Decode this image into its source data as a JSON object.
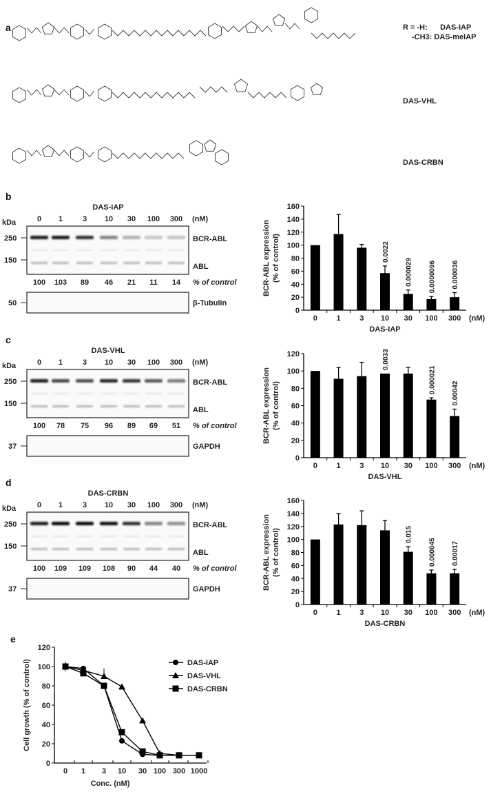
{
  "panels": {
    "a": "a",
    "b": "b",
    "c": "c",
    "d": "d",
    "e": "e"
  },
  "structures": {
    "r_label_line1": "R = -H:      DAS-IAP",
    "r_label_line2": "-CH3: DAS-meIAP",
    "vhl_label": "DAS-VHL",
    "crbn_label": "DAS-CRBN"
  },
  "blots": [
    {
      "title": "DAS-IAP",
      "lanes": [
        "0",
        "1",
        "3",
        "10",
        "30",
        "100",
        "300"
      ],
      "unit": "(nM)",
      "kda": "kDa",
      "markers": [
        "250",
        "150"
      ],
      "load_marker": "50",
      "band1": "BCR-ABL",
      "band2": "ABL",
      "percent": [
        "100",
        "103",
        "89",
        "46",
        "21",
        "11",
        "14"
      ],
      "percent_label": "% of control",
      "loading": "β-Tubulin"
    },
    {
      "title": "DAS-VHL",
      "lanes": [
        "0",
        "1",
        "3",
        "10",
        "30",
        "100",
        "300"
      ],
      "unit": "(nM)",
      "kda": "kDa",
      "markers": [
        "250",
        "150"
      ],
      "load_marker": "37",
      "band1": "BCR-ABL",
      "band2": "ABL",
      "percent": [
        "100",
        "78",
        "75",
        "96",
        "89",
        "69",
        "51"
      ],
      "percent_label": "% of control",
      "loading": "GAPDH"
    },
    {
      "title": "DAS-CRBN",
      "lanes": [
        "0",
        "1",
        "3",
        "10",
        "30",
        "100",
        "300"
      ],
      "unit": "(nM)",
      "kda": "kDa",
      "markers": [
        "250",
        "150"
      ],
      "load_marker": "37",
      "band1": "BCR-ABL",
      "band2": "ABL",
      "percent": [
        "100",
        "109",
        "109",
        "108",
        "90",
        "44",
        "40"
      ],
      "percent_label": "% of control",
      "loading": "GAPDH"
    }
  ],
  "chart_data": [
    {
      "type": "bar",
      "panel": "b",
      "categories": [
        "0",
        "1",
        "3",
        "10",
        "30",
        "100",
        "300"
      ],
      "unit": "(nM)",
      "values": [
        100,
        117,
        96,
        57,
        25,
        17,
        20
      ],
      "error_upper": [
        100,
        147,
        101,
        68,
        31,
        21,
        27
      ],
      "p_values": [
        "",
        "",
        "",
        "0.0022",
        "0.000029",
        "0.0000096",
        "0.000036"
      ],
      "xlabel": "DAS-IAP",
      "ylabel": [
        "BCR-ABL expression",
        "(% of control)"
      ],
      "ylim": [
        0,
        160
      ],
      "yticks": [
        0,
        20,
        40,
        60,
        80,
        100,
        120,
        140,
        160
      ],
      "bar_color": "#000000"
    },
    {
      "type": "bar",
      "panel": "c",
      "categories": [
        "0",
        "1",
        "3",
        "10",
        "30",
        "100",
        "300"
      ],
      "unit": "(nM)",
      "values": [
        100,
        91,
        94,
        97,
        97,
        67,
        48
      ],
      "error_upper": [
        100,
        104,
        110,
        97,
        104,
        69,
        56
      ],
      "p_values": [
        "",
        "",
        "",
        "0.0033",
        "",
        "0.000021",
        "0.00042"
      ],
      "xlabel": "DAS-VHL",
      "ylabel": [
        "BCR-ABL expression",
        "(% of control)"
      ],
      "ylim": [
        0,
        120
      ],
      "yticks": [
        0,
        20,
        40,
        60,
        80,
        100,
        120
      ],
      "bar_color": "#000000"
    },
    {
      "type": "bar",
      "panel": "d",
      "categories": [
        "0",
        "1",
        "3",
        "10",
        "30",
        "100",
        "300"
      ],
      "unit": "(nM)",
      "values": [
        100,
        123,
        122,
        114,
        81,
        48,
        48
      ],
      "error_upper": [
        100,
        140,
        144,
        129,
        89,
        53,
        54
      ],
      "p_values": [
        "",
        "",
        "",
        "",
        "0.015",
        "0.000045",
        "0.00017"
      ],
      "xlabel": "DAS-CRBN",
      "ylabel": [
        "BCR-ABL expression",
        "(% of control)"
      ],
      "ylim": [
        0,
        160
      ],
      "yticks": [
        0,
        20,
        40,
        60,
        80,
        100,
        120,
        140,
        160
      ],
      "bar_color": "#000000"
    },
    {
      "type": "line",
      "panel": "e",
      "x": [
        "0",
        "1",
        "3",
        "10",
        "30",
        "100",
        "300",
        "1000"
      ],
      "xlabel": "Conc. (nM)",
      "ylabel": "Cell growth (% of control)",
      "ylim": [
        0,
        120
      ],
      "yticks": [
        0,
        20,
        40,
        60,
        80,
        100,
        120
      ],
      "legend": "top-right",
      "series": [
        {
          "name": "DAS-IAP",
          "marker": "circle",
          "values": [
            100,
            98,
            80,
            23,
            9,
            8,
            8,
            8
          ]
        },
        {
          "name": "DAS-VHL",
          "marker": "triangle",
          "values": [
            100,
            96,
            90,
            79,
            44,
            10,
            8,
            8
          ]
        },
        {
          "name": "DAS-CRBN",
          "marker": "square",
          "values": [
            100,
            93,
            80,
            32,
            12,
            8,
            8,
            8
          ]
        }
      ]
    }
  ]
}
